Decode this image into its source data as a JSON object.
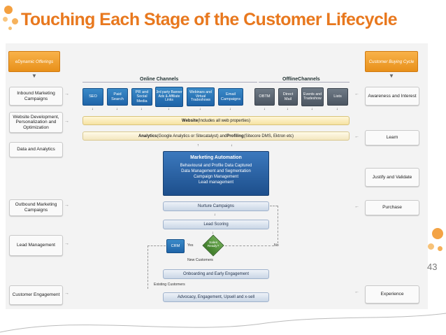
{
  "title": "Touching Each Stage of the Customer Lifecycle",
  "page_number": "43",
  "left_header": "eDynamic Offerings",
  "right_header": "Customer Buying Cycle",
  "left_items": [
    "Inbound Marketing Campaigns",
    "Website Development, Personalization and Optimization",
    "Data and Analytics",
    "Outbound Marketing Campaigns",
    "Lead Management",
    "Customer Engagement"
  ],
  "right_items": [
    "Awareness and Interest",
    "Learn",
    "Justify and Validate",
    "Purchase",
    "Experience"
  ],
  "online_label": "Online Channels",
  "offline_label": "OfflineChannels",
  "online_channels": [
    "SEO",
    "Paid Search",
    "PR and Social Media",
    "3rd party Banner Ads & Affiliate Links",
    "Webinars and Virtual Tradeshows",
    "Email Campaigns"
  ],
  "offline_channels": [
    "OBTM",
    "Direct Mail",
    "Events and Tradeshow",
    "Lists"
  ],
  "website_bar": {
    "bold": "Website",
    "rest": " (Includes all web properties)"
  },
  "analytics_bar": {
    "bold1": "Analytics",
    "mid": " (Google Analytics or Sitecatalyst) and ",
    "bold2": "Profiling",
    "rest": " (Sitecore DMS, Ektron etc)"
  },
  "marketing_automation": {
    "title": "Marketing Automation",
    "lines": [
      "Behavioural and Profile Data Captured",
      "Data Management and Segmentation",
      "Campaign Management",
      "Lead management"
    ]
  },
  "flow": {
    "nurture": "Nurture Campaigns",
    "scoring": "Lead Scoring",
    "crm": "CRM",
    "yes": "Yes",
    "sales_ready": "Sales Ready?",
    "no": "No",
    "new_customers": "New Customers",
    "onboarding": "Onboarding and Early Engagement",
    "existing_customers": "Existing Customers",
    "advocacy": "Advocacy, Engagement, Upsell and x-sell"
  },
  "colors": {
    "accent": "#e8781e",
    "chip_blue": "#2a78bc",
    "chip_gray": "#5c6671",
    "automation_blue": "#2860a0"
  }
}
